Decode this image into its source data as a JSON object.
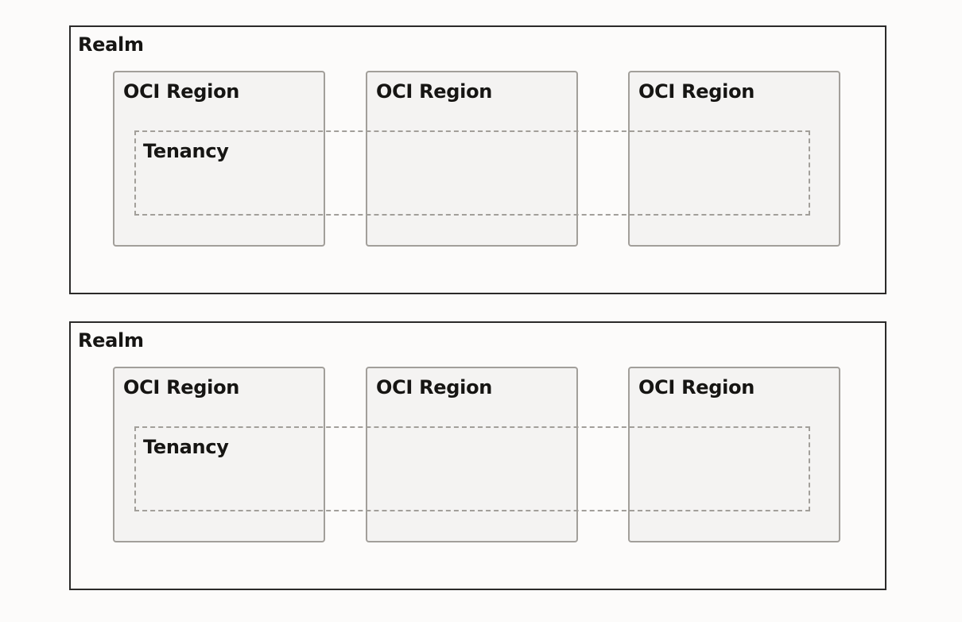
{
  "diagram": {
    "colors": {
      "background": "#fcfbfa",
      "realm_border": "#2b2a29",
      "region_border": "#a29f9a",
      "region_fill": "#f4f3f2",
      "tenancy_border": "#a29f9a",
      "text": "#161513"
    },
    "realms": [
      {
        "label": "Realm",
        "regions": [
          {
            "label": "OCI Region"
          },
          {
            "label": "OCI Region"
          },
          {
            "label": "OCI Region"
          }
        ],
        "tenancy": {
          "label": "Tenancy",
          "style": "dashed",
          "spans_regions": 3
        }
      },
      {
        "label": "Realm",
        "regions": [
          {
            "label": "OCI Region"
          },
          {
            "label": "OCI Region"
          },
          {
            "label": "OCI Region"
          }
        ],
        "tenancy": {
          "label": "Tenancy",
          "style": "dashed",
          "spans_regions": 3
        }
      }
    ]
  }
}
